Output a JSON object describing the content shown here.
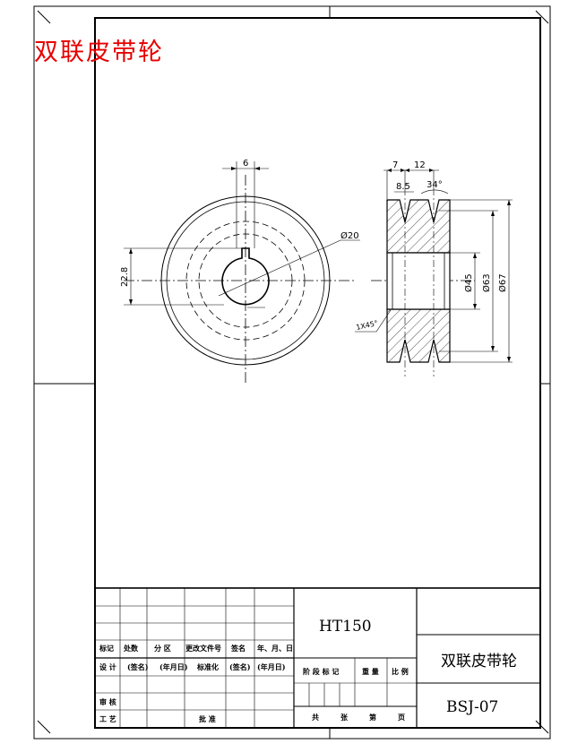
{
  "stamp_title": "双联皮带轮",
  "front_view": {
    "dim_key_width": "6",
    "dim_keyway_depth": "22.8",
    "dim_bore": "Ø20"
  },
  "section_view": {
    "dim_groove_pitch_a": "7",
    "dim_groove_pitch_b": "12",
    "dim_groove_top": "8.5",
    "dim_groove_angle": "34°",
    "dim_hub": "Ø45",
    "dim_pitch_dia": "Ø63",
    "dim_outer_dia": "Ø67",
    "dim_chamfer": "1X45°"
  },
  "title_block": {
    "material": "HT150",
    "part_name": "双联皮带轮",
    "drawing_no": "BSJ-07",
    "col_mark": "标记",
    "col_count": "处数",
    "col_zone": "分 区",
    "col_change_doc": "更改文件号",
    "col_sign": "签名",
    "col_date": "年、月、日",
    "row_design": "设 计",
    "sign_placeholder": "(签名)",
    "date_placeholder": "(年月日)",
    "standardize": "标准化",
    "sign_placeholder_2": "(签名)",
    "date_placeholder_2": "(年月日)",
    "row_review": "审 核",
    "row_process": "工 艺",
    "approve": "批 准",
    "stage_mark": "阶 段 标 记",
    "weight": "重 量",
    "scale": "比 例",
    "total_sheets": "共",
    "sheets_unit": "张",
    "sheet_no": "第",
    "page_unit": "页"
  }
}
